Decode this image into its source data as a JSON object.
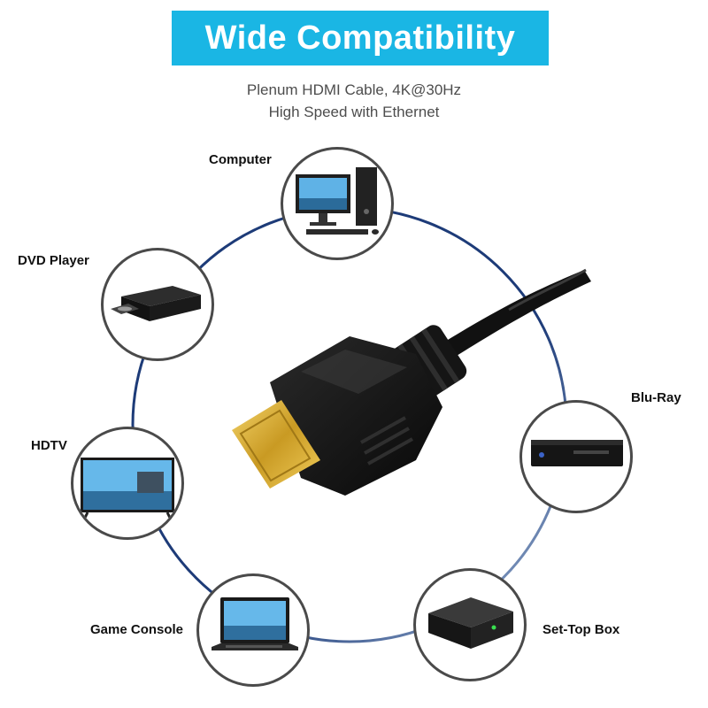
{
  "header": {
    "title": "Wide Compatibility",
    "subtitle_line1": "Plenum HDMI Cable, 4K@30Hz",
    "subtitle_line2": "High Speed with Ethernet"
  },
  "devices": [
    {
      "label": "Computer",
      "icon": "computer-icon"
    },
    {
      "label": "DVD Player",
      "icon": "dvd-player-icon"
    },
    {
      "label": "HDTV",
      "icon": "tv-icon"
    },
    {
      "label": "Game Console",
      "icon": "laptop-icon"
    },
    {
      "label": "Blu-Ray",
      "icon": "blu-ray-player-icon"
    },
    {
      "label": "Set-Top Box",
      "icon": "set-top-box-icon"
    }
  ],
  "colors": {
    "banner": "#1ab6e4",
    "ring": "#1d3b78",
    "circle_border": "#4a4a4a",
    "connector_gold": "#d9b13a",
    "cable": "#121212"
  }
}
